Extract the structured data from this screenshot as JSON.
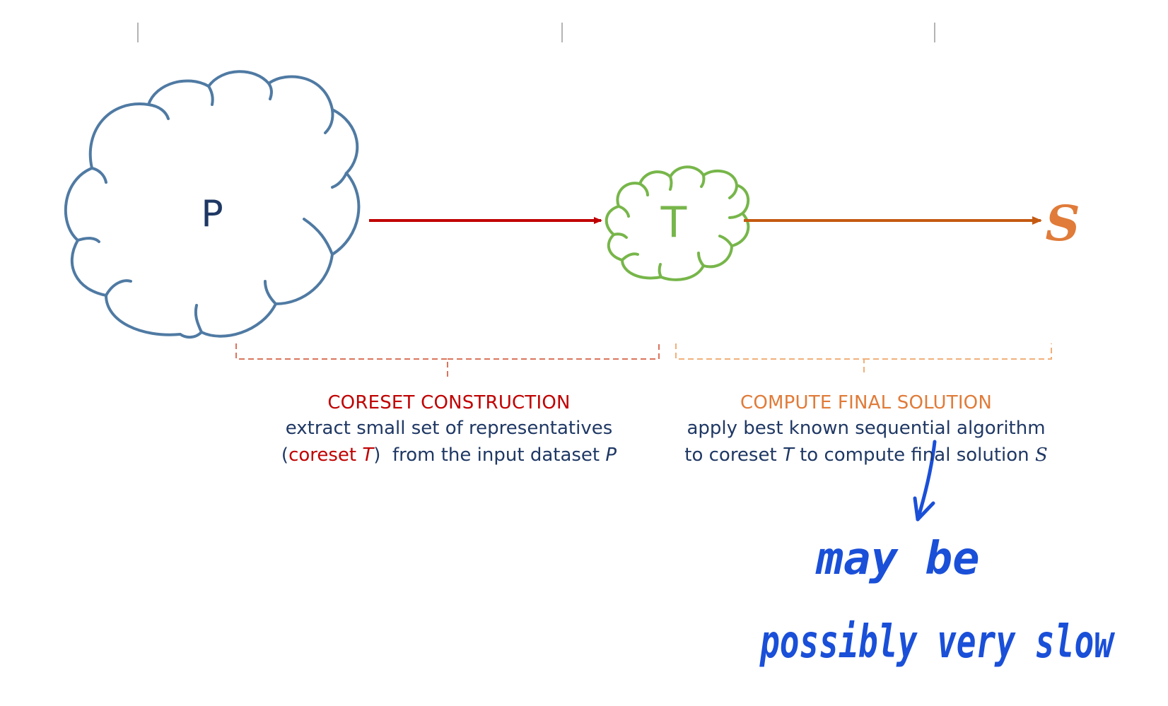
{
  "colors": {
    "p_cloud": "#4f7aa3",
    "t_cloud": "#77b64a",
    "arrow_red": "#c00000",
    "arrow_orange": "#c55a11",
    "brace_red": "#d9745c",
    "brace_orange": "#f0b07a",
    "title_red": "#c00000",
    "title_orange": "#e07b39",
    "body_text": "#1f3864",
    "handwriting": "#1a4fd8"
  },
  "nodes": {
    "p_label": "P",
    "t_label": "T",
    "s_label": "S"
  },
  "left_block": {
    "title": "CORESET CONSTRUCTION",
    "line1": "extract small set of representatives",
    "line2_open": "(",
    "line2_coreset": "coreset ",
    "line2_T": "T",
    "line2_close": ")",
    "line2_rest": "  from the input dataset ",
    "line2_P": "P"
  },
  "right_block": {
    "title": "COMPUTE FINAL SOLUTION",
    "line1": "apply best known sequential algorithm",
    "line2_pre": "to coreset ",
    "line2_T": "T",
    "line2_mid": " to compute final solution ",
    "line2_S": "S"
  },
  "annotation": {
    "line1": "may be",
    "line2": "possibly very slow"
  }
}
